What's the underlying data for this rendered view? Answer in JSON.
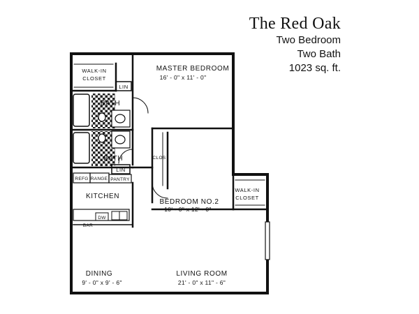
{
  "header": {
    "name": "The Red Oak",
    "bedrooms": "Two Bedroom",
    "baths": "Two Bath",
    "area": "1023 sq. ft."
  },
  "rooms": {
    "master_bedroom": {
      "name": "MASTER BEDROOM",
      "dims": "16' - 0\" x 11' - 0\""
    },
    "bedroom2": {
      "name": "BEDROOM NO.2",
      "dims": "10' - 0\" x 12' - 0\""
    },
    "kitchen": {
      "name": "KITCHEN"
    },
    "dining": {
      "name": "DINING",
      "dims": "9' - 0\" x 9' - 6\""
    },
    "living": {
      "name": "LIVING ROOM",
      "dims": "21' - 0\" x 11\" - 6\""
    }
  },
  "fixtures": {
    "walkin_1": [
      "WALK-IN",
      "CLOSET"
    ],
    "walkin_2": [
      "WALK-IN",
      "CLOSET"
    ],
    "lin_1": "LIN",
    "lin_2": "LIN",
    "bath_1": "BATH",
    "bath_2": "BATH",
    "clos": "CLOS",
    "refg": "REFG",
    "range": "RANGE",
    "pantry": "PANTRY",
    "dw": "DW",
    "bar": "BAR"
  }
}
